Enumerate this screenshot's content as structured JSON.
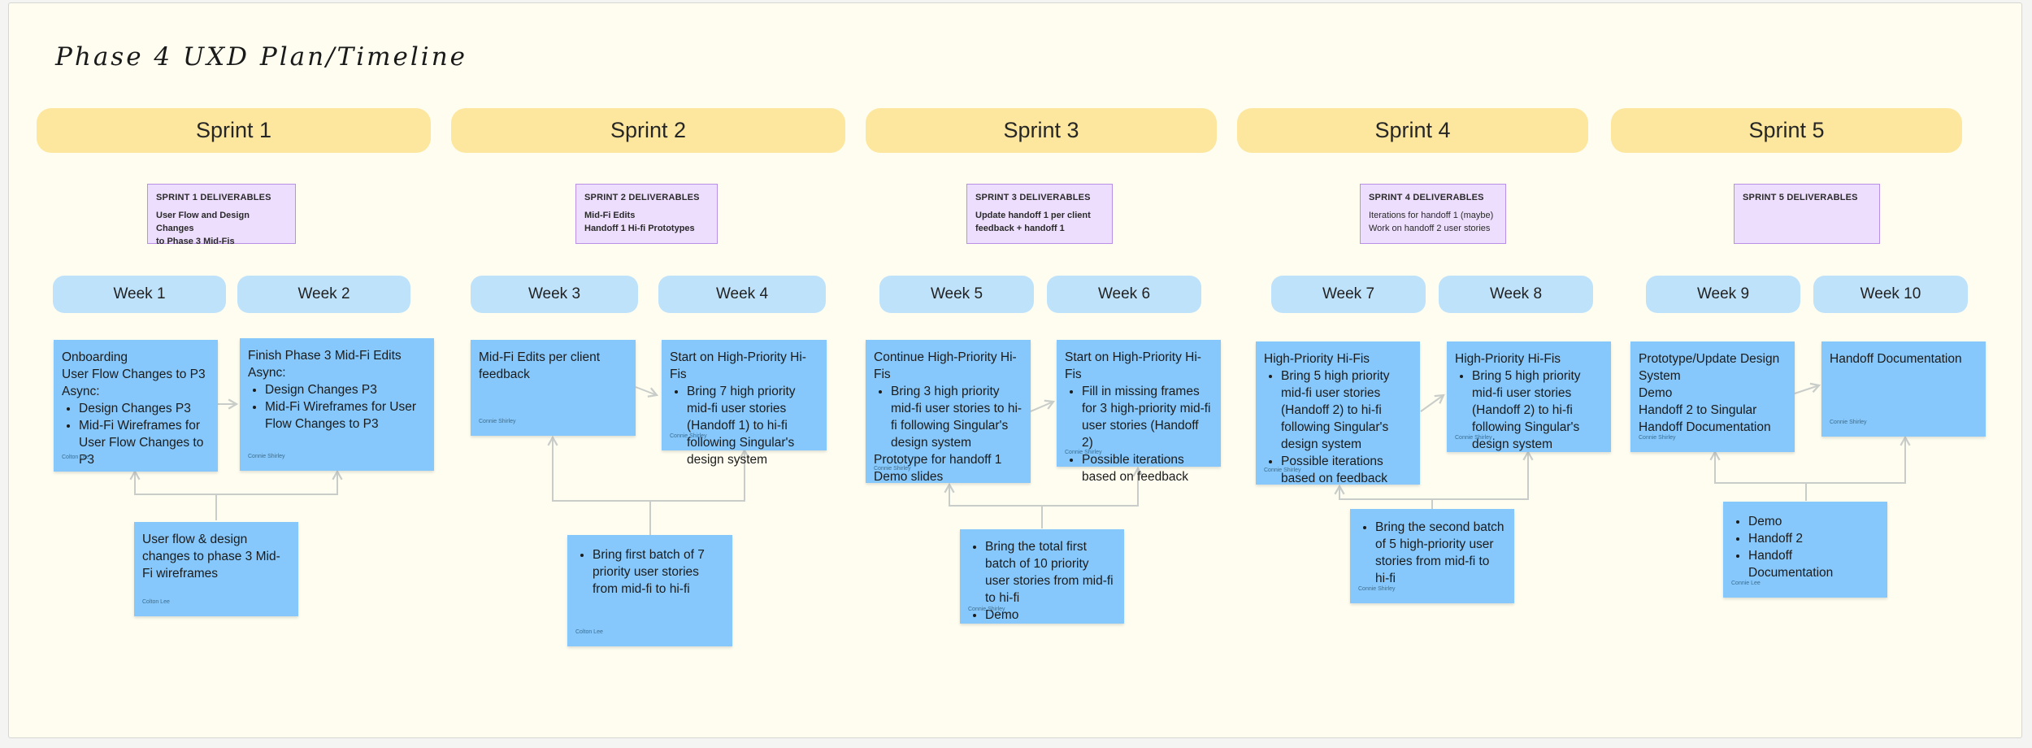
{
  "board": {
    "title": "Phase 4 UXD Plan/Timeline"
  },
  "sprints": [
    {
      "label": "Sprint 1"
    },
    {
      "label": "Sprint 2"
    },
    {
      "label": "Sprint 3"
    },
    {
      "label": "Sprint 4"
    },
    {
      "label": "Sprint 5"
    }
  ],
  "deliverables": [
    {
      "title": "SPRINT 1 DELIVERABLES",
      "lines": [
        "User Flow and Design Changes",
        "to Phase 3 Mid-Fis"
      ]
    },
    {
      "title": "SPRINT 2 DELIVERABLES",
      "lines": [
        "Mid-Fi Edits",
        "Handoff 1 Hi-fi Prototypes"
      ]
    },
    {
      "title": "SPRINT 3 DELIVERABLES",
      "lines": [
        "Update handoff 1 per client",
        "feedback  + handoff 1"
      ]
    },
    {
      "title": "SPRINT 4 DELIVERABLES",
      "lines": [
        "Iterations for handoff 1 (maybe)",
        "Work on handoff 2 user stories"
      ]
    },
    {
      "title": "SPRINT 5 DELIVERABLES",
      "lines": []
    }
  ],
  "weeks": [
    {
      "label": "Week 1"
    },
    {
      "label": "Week 2"
    },
    {
      "label": "Week 3"
    },
    {
      "label": "Week 4"
    },
    {
      "label": "Week 5"
    },
    {
      "label": "Week 6"
    },
    {
      "label": "Week 7"
    },
    {
      "label": "Week 8"
    },
    {
      "label": "Week 9"
    },
    {
      "label": "Week 10"
    }
  ],
  "notes": {
    "w1": {
      "lines": [
        "Onboarding",
        "User Flow Changes to P3",
        "Async:"
      ],
      "bullets": [
        "Design Changes P3",
        "Mid-Fi Wireframes for User Flow Changes to P3"
      ],
      "author": "Colton Lee"
    },
    "w2": {
      "lines": [
        "Finish Phase 3 Mid-Fi Edits",
        "Async:"
      ],
      "bullets": [
        "Design Changes P3",
        "Mid-Fi Wireframes for User Flow Changes to P3"
      ],
      "author": "Connie Shirley"
    },
    "s1": {
      "lines": [
        "User flow & design changes to phase 3 Mid-Fi wireframes"
      ],
      "author": "Colton Lee"
    },
    "w3": {
      "lines": [
        "Mid-Fi Edits per client feedback"
      ],
      "author": "Connie Shirley"
    },
    "w4": {
      "lines": [
        "Start on High-Priority Hi-Fis"
      ],
      "bullets": [
        "Bring 7 high priority mid-fi user stories (Handoff 1) to hi-fi following Singular's design system"
      ],
      "author": "Connie Shirley"
    },
    "s2": {
      "bullets": [
        "Bring first batch of 7 priority user stories from mid-fi to hi-fi"
      ],
      "author": "Colton Lee"
    },
    "w5": {
      "lines": [
        "Continue High-Priority Hi-Fis"
      ],
      "bullets": [
        "Bring 3 high priority mid-fi user stories to hi-fi following Singular's design system"
      ],
      "lines2": [
        "Prototype for handoff 1",
        "Demo slides"
      ],
      "author": "Connie Shirley"
    },
    "w6": {
      "lines": [
        "Start on High-Priority Hi-Fis"
      ],
      "bullets": [
        "Fill in missing frames for 3 high-priority mid-fi user stories (Handoff 2)",
        "Possible iterations based on feedback"
      ],
      "author": "Connie Shirley"
    },
    "s3": {
      "bullets": [
        "Bring the total first batch of 10 priority user stories from mid-fi to hi-fi",
        "Demo"
      ],
      "author": "Connie Shirley"
    },
    "w7": {
      "lines": [
        "High-Priority Hi-Fis"
      ],
      "bullets": [
        "Bring 5 high priority mid-fi user stories (Handoff 2) to hi-fi following Singular's design system",
        "Possible iterations based on feedback"
      ],
      "author": "Connie Shirley"
    },
    "w8": {
      "lines": [
        "High-Priority Hi-Fis"
      ],
      "bullets": [
        "Bring 5 high priority mid-fi user stories (Handoff 2) to hi-fi following Singular's design system"
      ],
      "author": "Connie Shirley"
    },
    "s4": {
      "bullets": [
        "Bring the second batch of 5 high-priority user stories from mid-fi to hi-fi"
      ],
      "author": "Connie Shirley"
    },
    "w9": {
      "lines": [
        "Prototype/Update Design System",
        "Demo",
        "Handoff 2 to Singular",
        "Handoff Documentation"
      ],
      "author": "Connie Shirley"
    },
    "w10": {
      "lines": [
        "Handoff Documentation"
      ],
      "author": "Connie Shirley"
    },
    "s5": {
      "bullets": [
        "Demo",
        "Handoff 2",
        "Handoff Documentation"
      ],
      "author": "Connie Lee"
    }
  },
  "colors": {
    "board": "#fefdf0",
    "sprint": "#fde79e",
    "deliverable": "#eddefd",
    "deliverable_border": "#b990e5",
    "week": "#bfe2fb",
    "sticky": "#86c8fb",
    "connector": "#c9cdc9"
  }
}
